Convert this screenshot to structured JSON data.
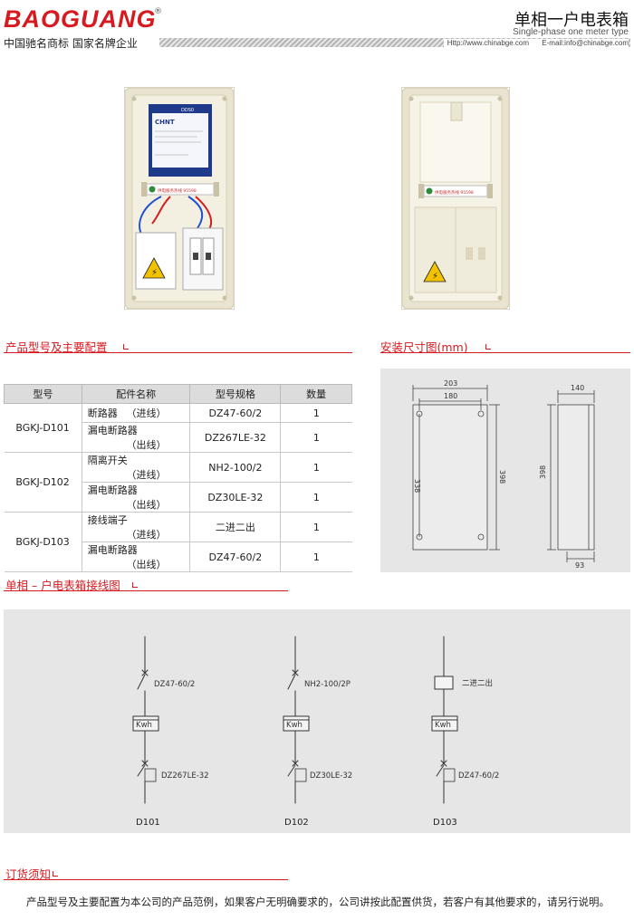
{
  "header": {
    "brand": "BAOGUANG",
    "registered": "®",
    "slogan": "中国驰名商标  国家名牌企业",
    "title": "单相一户电表箱",
    "subtitle": "Single-phase one meter type",
    "website": "Http://www.chinabge.com",
    "email": "E-mail:info@chinabge.com"
  },
  "photos": {
    "meter_brand": "CHNT",
    "meter_code": "DDS0",
    "left_plate": "供电服务热线  95598",
    "right_plate": "供电服务热线  95598"
  },
  "config_section": {
    "title": "产品型号及主要配置",
    "columns": [
      "型号",
      "配件名称",
      "型号规格",
      "数量"
    ],
    "rows": [
      {
        "model": "BGKJ-D101",
        "part": "断路器",
        "dir": "（进线）",
        "spec": "DZ47-60/2",
        "qty": "1"
      },
      {
        "model": "",
        "part": "漏电断路器",
        "dir": "（出线）",
        "spec": "DZ267LE-32",
        "qty": "1"
      },
      {
        "model": "BGKJ-D102",
        "part": "隔离开关",
        "dir": "（进线）",
        "spec": "NH2-100/2",
        "qty": "1"
      },
      {
        "model": "",
        "part": "漏电断路器",
        "dir": "（出线）",
        "spec": "DZ30LE-32",
        "qty": "1"
      },
      {
        "model": "BGKJ-D103",
        "part": "接线端子",
        "dir": "（进线）",
        "spec": "二进二出",
        "qty": "1"
      },
      {
        "model": "",
        "part": "漏电断路器",
        "dir": "（出线）",
        "spec": "DZ47-60/2",
        "qty": "1"
      }
    ]
  },
  "dimension_section": {
    "title": "安装尺寸图(mm)",
    "front": {
      "width": "203",
      "hole_spacing": "180",
      "height": "398",
      "hole_height": "338"
    },
    "side": {
      "depth": "140",
      "height": "398",
      "bottom_depth": "93"
    }
  },
  "wiring_section": {
    "title": "单相 – 户电表箱接线图",
    "meter_label": "Kwh",
    "diagrams": [
      {
        "name": "D101",
        "top_device": "DZ47-60/2",
        "bottom_device": "DZ267LE-32"
      },
      {
        "name": "D102",
        "top_device": "NH2-100/2P",
        "bottom_device": "DZ30LE-32"
      },
      {
        "name": "D103",
        "top_device": "二进二出",
        "bottom_device": "DZ47-60/2"
      }
    ]
  },
  "order_section": {
    "title": "订货须知",
    "text": "产品型号及主要配置为本公司的产品范例，如果客户无明确要求的，公司讲按此配置供货，若客户有其他要求的，请另行说明。"
  },
  "colors": {
    "accent": "#d71920",
    "panel": "#e6e6e6"
  }
}
